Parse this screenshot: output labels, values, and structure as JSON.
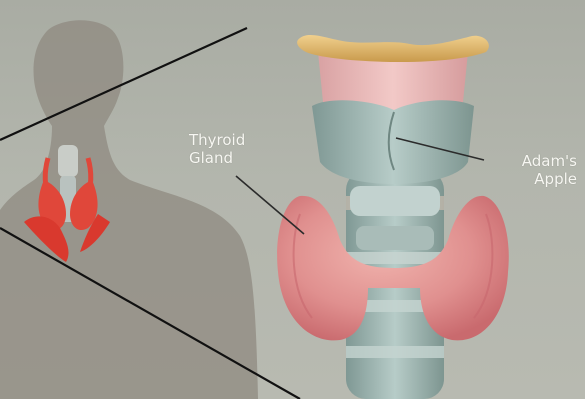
{
  "labels": {
    "thyroid_line1": "Thyroid",
    "thyroid_line2": "Gland",
    "adams_line1": "Adam's",
    "adams_line2": "Apple"
  },
  "colors": {
    "background": "#b3b6ad",
    "silhouette": "#8f8a80",
    "thyroid": "#e0908f",
    "cartilage": "#9fb7b3",
    "hyoid": "#e3b96d",
    "small_thyroid": "#e0473a",
    "label_text": "#f7f7f2"
  }
}
